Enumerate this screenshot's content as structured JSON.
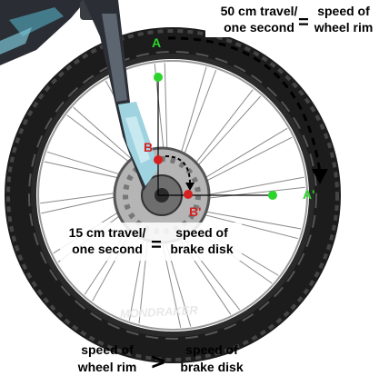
{
  "top_equation": {
    "left_line1": "50 cm travel/",
    "left_line2": "one second",
    "equals": "=",
    "right_line1": "speed of",
    "right_line2": "wheel rim"
  },
  "middle_equation": {
    "left_line1": "15 cm travel/",
    "left_line2": "one second",
    "equals": "=",
    "right_line1": "speed of",
    "right_line2": "brake disk"
  },
  "bottom_comparison": {
    "left_line1": "speed of",
    "left_line2": "wheel rim",
    "symbol": ">",
    "right_line1": "speed of",
    "right_line2": "brake disk"
  },
  "points": {
    "a": "A",
    "a_prime": "A'",
    "b": "B",
    "b_prime": "B'"
  },
  "tire_brand": "MONDRAKER",
  "colors": {
    "rim_point": "#2bd42b",
    "disk_point": "#d42020",
    "tire": "#222222",
    "fork": "#9fd3e0"
  }
}
